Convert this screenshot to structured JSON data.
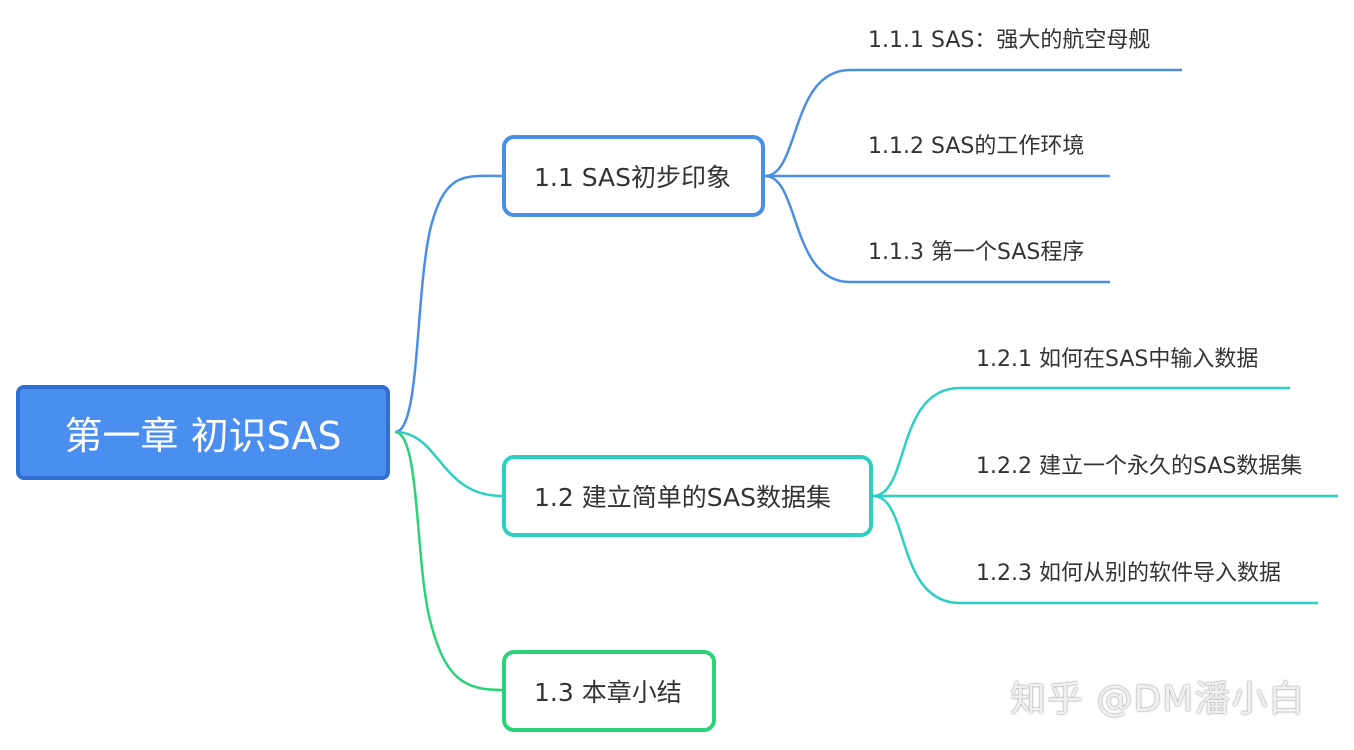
{
  "root": {
    "label": "第一章 初识SAS",
    "color": "#4a8ef0"
  },
  "branches": [
    {
      "label": "1.1 SAS初步印象",
      "color": "#4a8fe6",
      "children": [
        "1.1.1 SAS：强大的航空母舰",
        "1.1.2 SAS的工作环境",
        "1.1.3 第一个SAS程序"
      ]
    },
    {
      "label": "1.2 建立简单的SAS数据集",
      "color": "#2ecfc3",
      "children": [
        "1.2.1 如何在SAS中输入数据",
        "1.2.2 建立一个永久的SAS数据集",
        "1.2.3 如何从别的软件导入数据"
      ]
    },
    {
      "label": "1.3 本章小结",
      "color": "#2bd27a",
      "children": []
    }
  ],
  "watermark": "知乎 @DM潘小白"
}
